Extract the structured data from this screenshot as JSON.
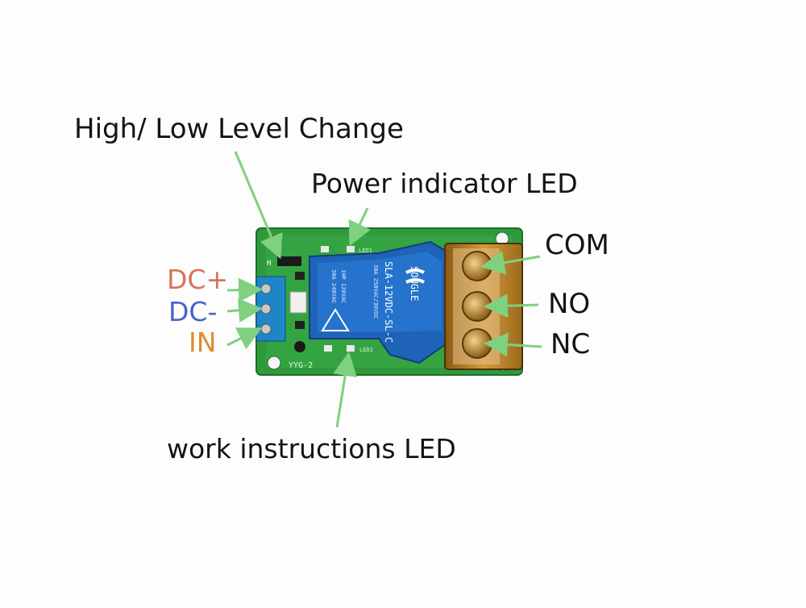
{
  "labels": {
    "high_low": "High/ Low Level Change",
    "power_led": "Power indicator LED",
    "com": "COM",
    "no": "NO",
    "nc": "NC",
    "dc_plus": "DC+",
    "dc_minus": "DC-",
    "in": "IN",
    "work_led": "work instructions LED"
  },
  "board": {
    "relay_model": "SLA-12VDC-SL-C",
    "relay_brand": "SONGLE",
    "relay_rating_1": "30A 250VAC/30VDC",
    "relay_rating_2": "30A 240VAC",
    "relay_rating_3": "1HP 120VAC",
    "board_id": "YYG-2",
    "led1": "LED1",
    "led2": "LED2",
    "jumper_mark": "H"
  },
  "colors": {
    "dc_plus": "#d9735a",
    "dc_minus": "#4a64c8",
    "in": "#e08a2e",
    "arrow": "#7fd07f",
    "pcb": "#2f9a3c",
    "relay": "#1f63b8",
    "terminal": "#b87a1c"
  }
}
